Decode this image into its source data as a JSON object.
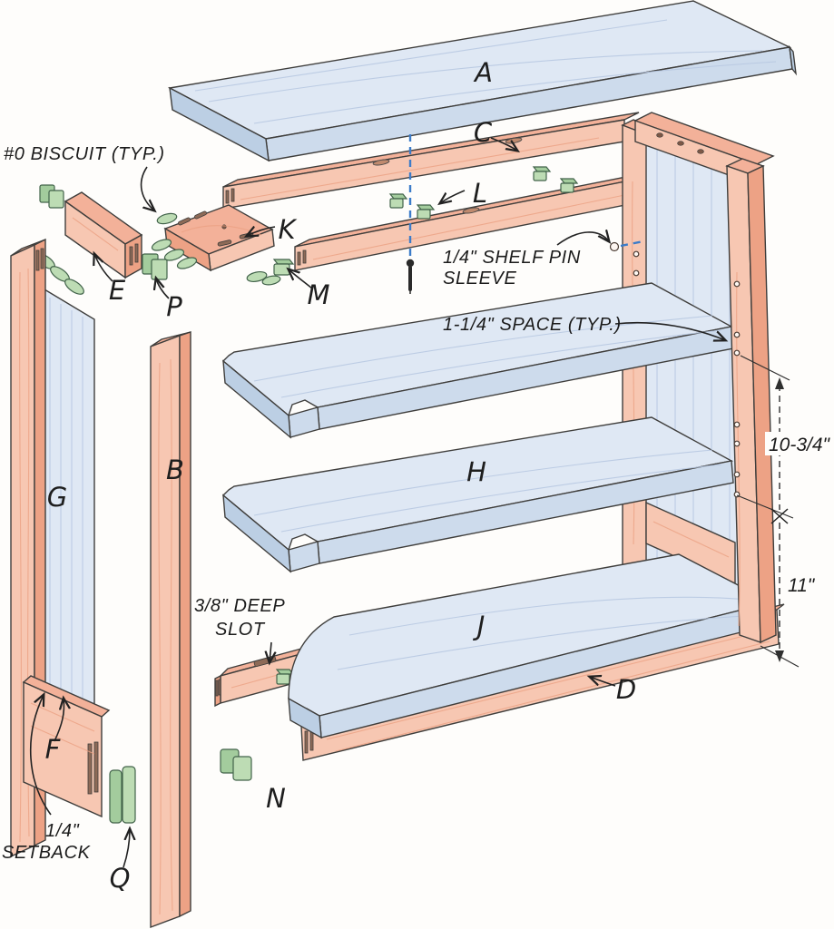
{
  "figure": {
    "kind": "exploded-view woodworking diagram",
    "subject": "bookcase / shelf unit assembly"
  },
  "parts": {
    "a": "A",
    "b": "B",
    "c": "C",
    "d": "D",
    "e": "E",
    "f": "F",
    "g": "G",
    "h": "H",
    "j": "J",
    "k": "K",
    "l": "L",
    "m": "M",
    "n": "N",
    "p": "P",
    "q": "Q"
  },
  "callouts": {
    "biscuit": "#0 BISCUIT (TYP.)",
    "shelf_pin_sleeve_line1": "1/4\" SHELF PIN",
    "shelf_pin_sleeve_line2": "SLEEVE",
    "space_typ": "1-1/4\" SPACE (TYP.)",
    "deep_slot_line1": "3/8\" DEEP",
    "deep_slot_line2": "SLOT",
    "setback_line1": "1/4\"",
    "setback_line2": "SETBACK"
  },
  "dimensions": {
    "upper_spacing": "10-3/4\"",
    "lower_spacing": "11\""
  },
  "colors": {
    "wood_pink": "#f7c7b2",
    "wood_pink_shade": "#eda285",
    "panel_blue": "#dfe8f4",
    "panel_blue_shade": "#bccfe4",
    "biscuit_green": "#bddcb4",
    "outline": "#3f3e3c",
    "alignment_dash_blue": "#3c7cc9",
    "ink": "#1b1b1b"
  }
}
